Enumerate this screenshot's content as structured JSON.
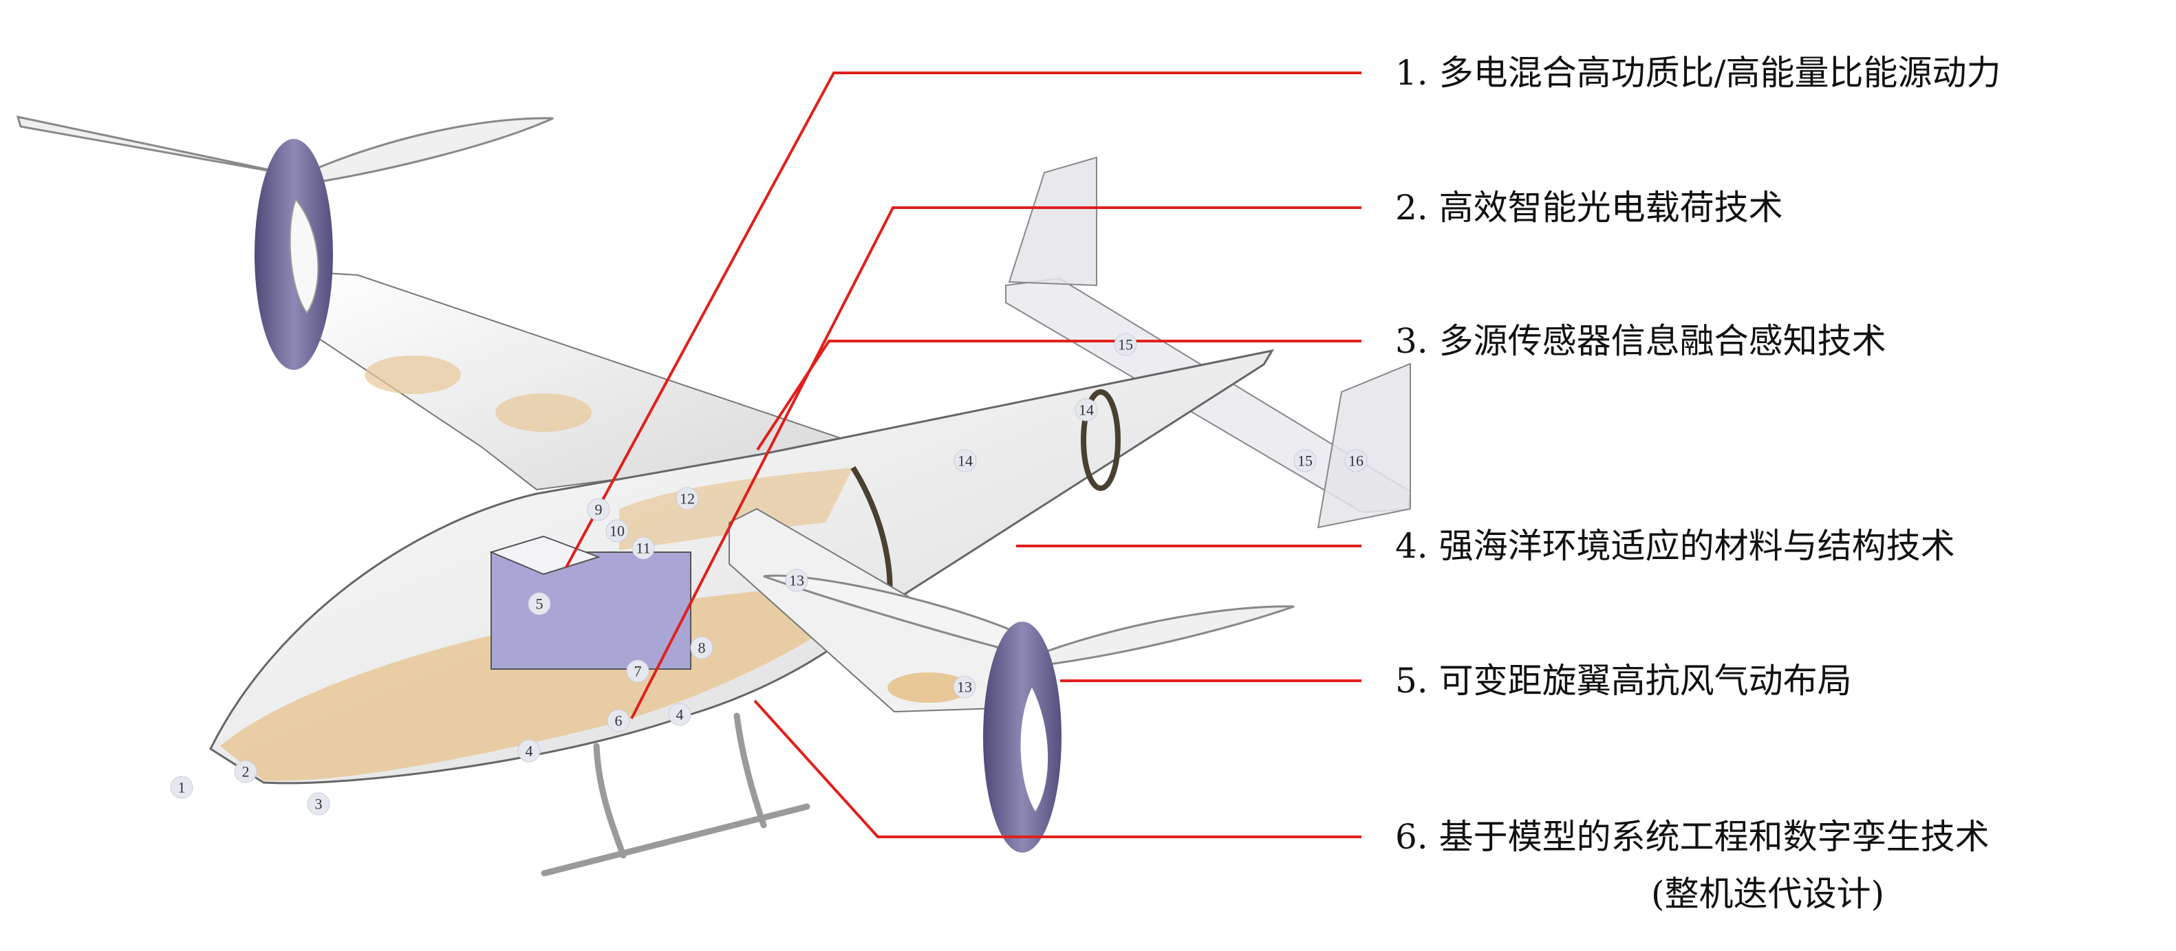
{
  "labels": [
    {
      "text": "1. 多电混合高功质比/高能量比能源动力"
    },
    {
      "text": "2. 高效智能光电载荷技术"
    },
    {
      "text": "3. 多源传感器信息融合感知技术"
    },
    {
      "text": "4. 强海洋环境适应的材料与结构技术"
    },
    {
      "text": "5. 可变距旋翼高抗风气动布局"
    },
    {
      "text": "6. 基于模型的系统工程和数字孪生技术",
      "subtext": "(整机迭代设计)"
    }
  ],
  "callouts": [
    "1",
    "2",
    "3",
    "4",
    "4",
    "5",
    "6",
    "7",
    "8",
    "9",
    "10",
    "11",
    "12",
    "13",
    "13",
    "14",
    "14",
    "15",
    "15",
    "16"
  ],
  "colors": {
    "leader": "#e0201c",
    "nacelle": "#6e6a93",
    "interior": "#e8c898",
    "battery": "#a9a6d6"
  }
}
